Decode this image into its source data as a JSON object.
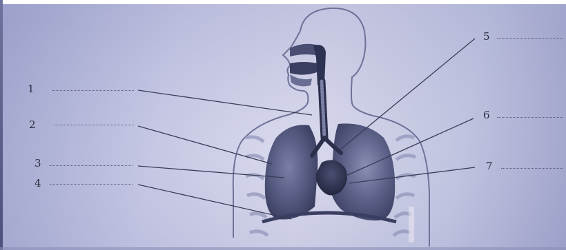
{
  "diagram": {
    "labels": [
      {
        "number": "1",
        "answer": ""
      },
      {
        "number": "2",
        "answer": ""
      },
      {
        "number": "3",
        "answer": ""
      },
      {
        "number": "4",
        "answer": ""
      },
      {
        "number": "5",
        "answer": ""
      },
      {
        "number": "6",
        "answer": ""
      },
      {
        "number": "7",
        "answer": ""
      }
    ]
  },
  "colors": {
    "paper_tint": "#c8c9e6",
    "ink": "#2a2c40",
    "lung_dark": "#3f4466",
    "lung_mid": "#6c7196"
  }
}
